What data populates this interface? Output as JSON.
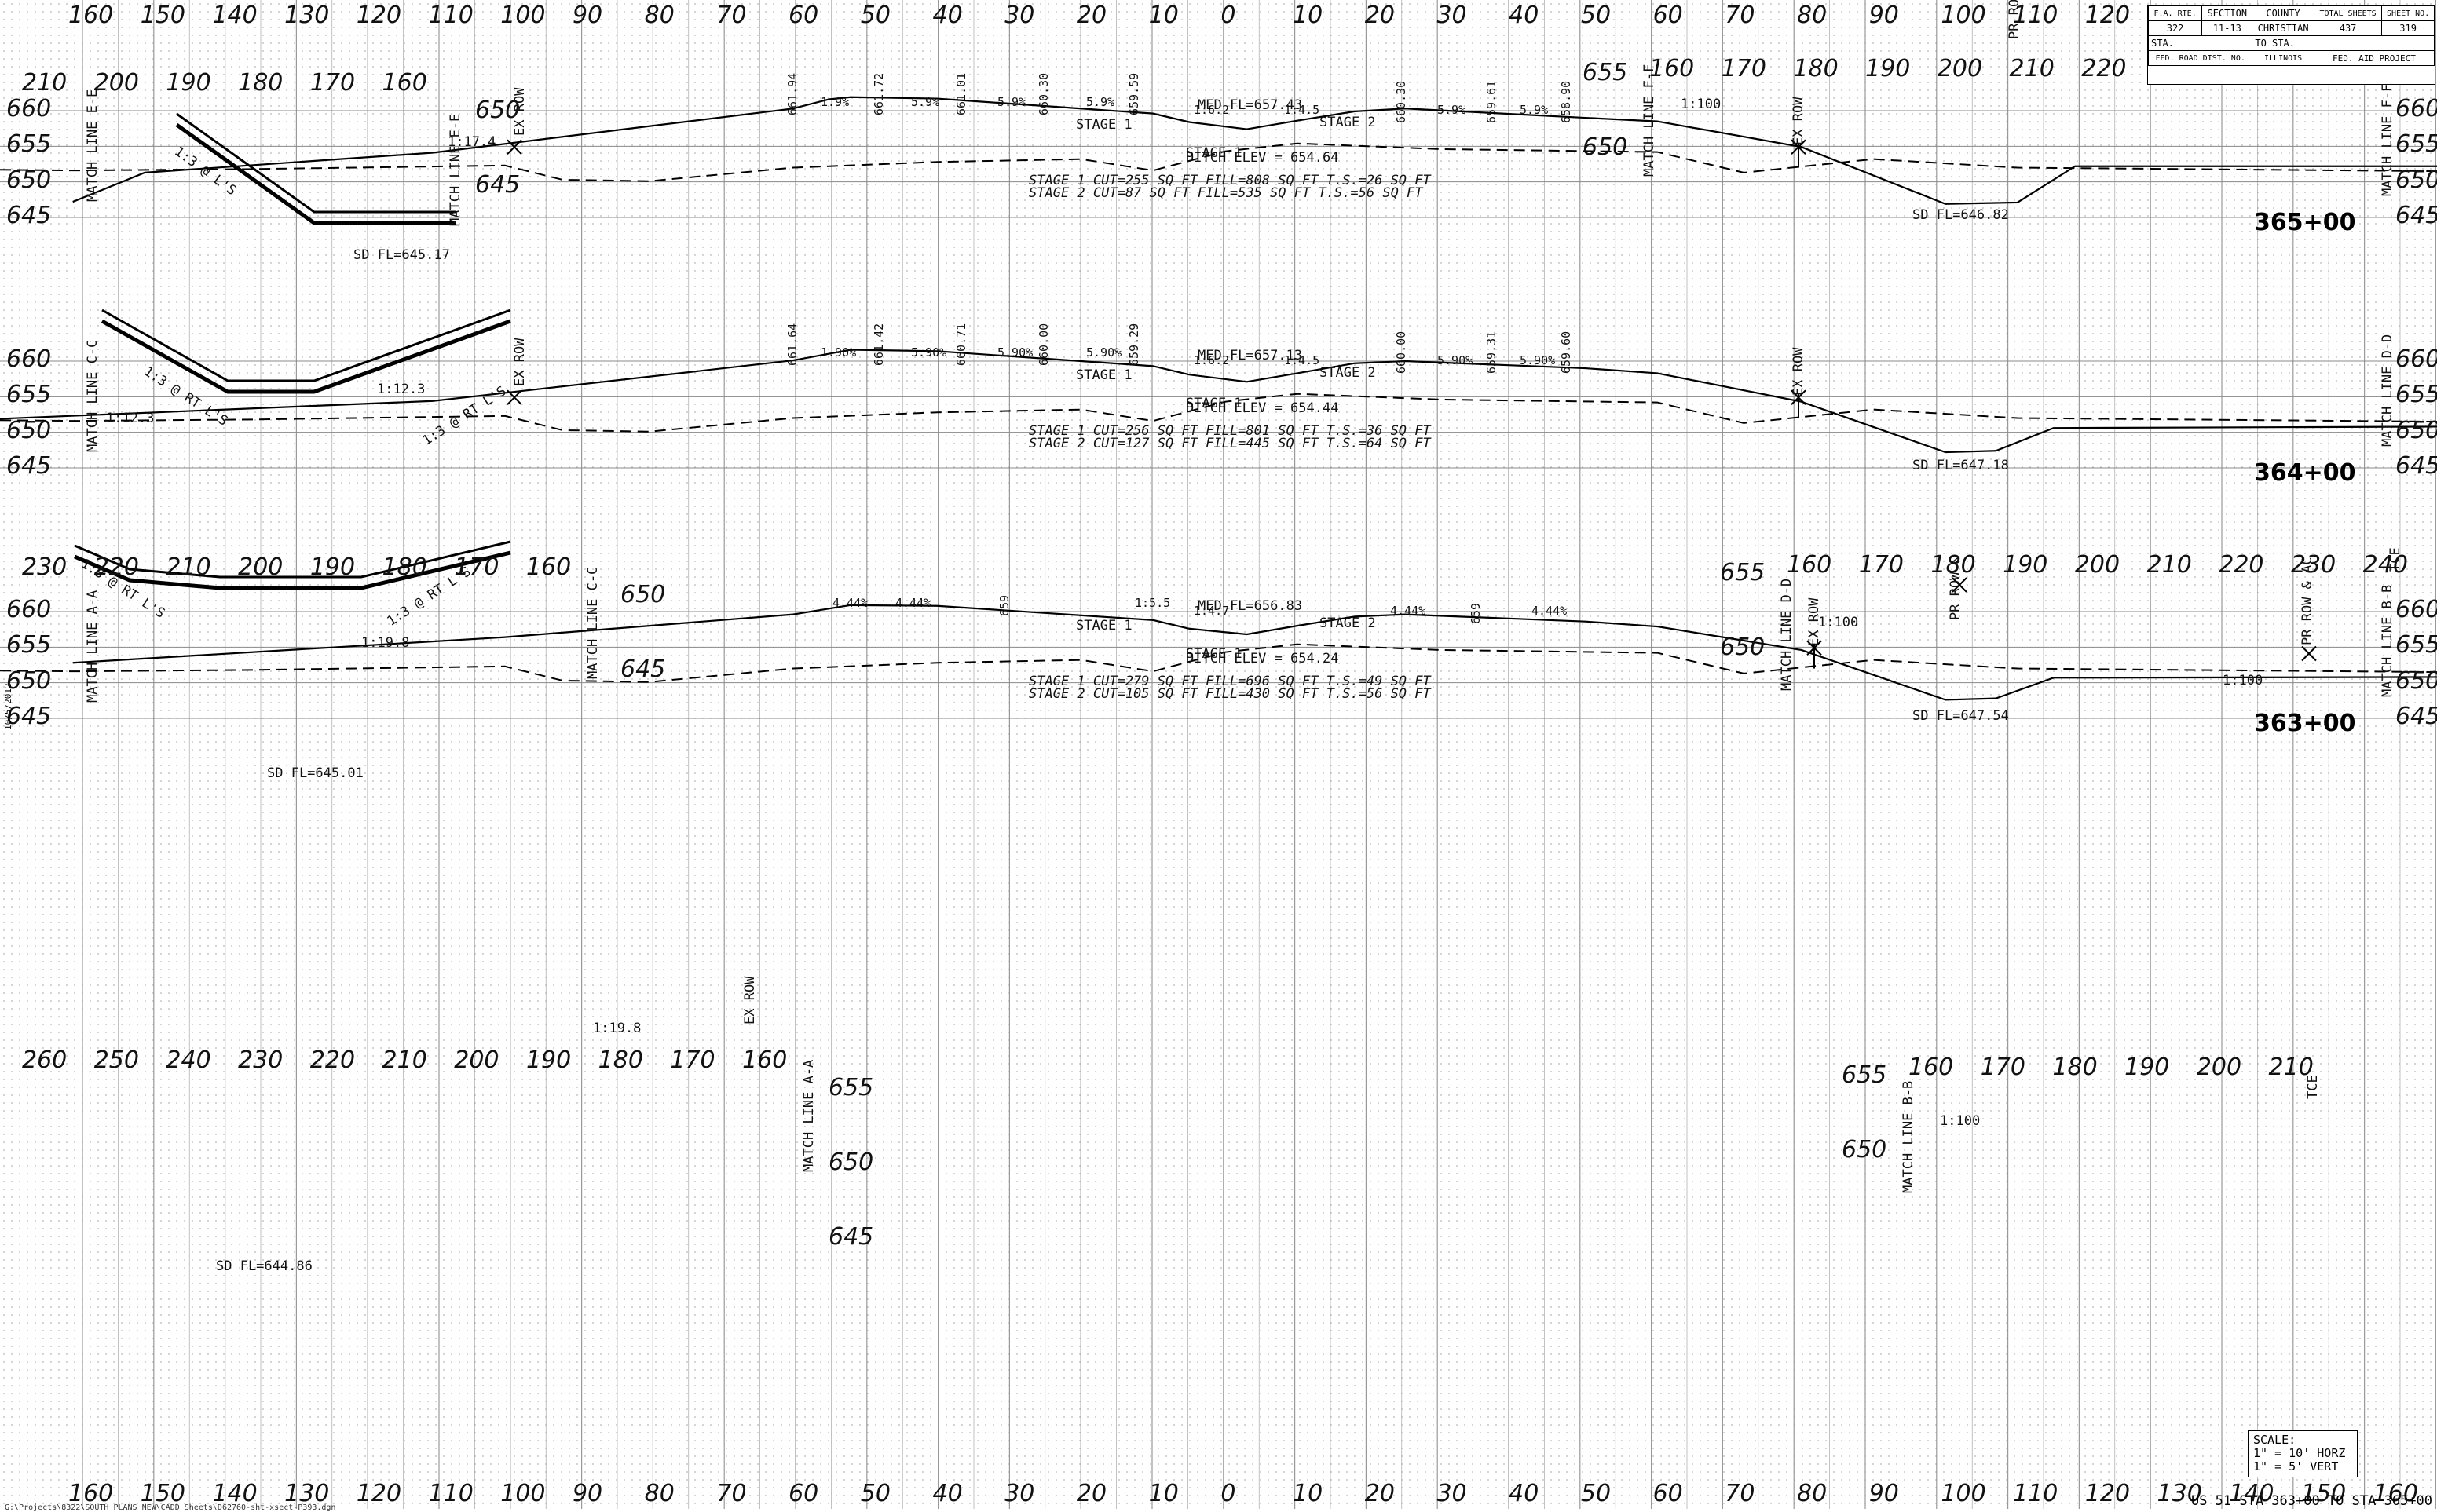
{
  "title_block": {
    "fa_rte_label": "F.A. RTE.",
    "section_label": "SECTION",
    "county_label": "COUNTY",
    "total_sheets_label": "TOTAL SHEETS",
    "sheet_no_label": "SHEET NO.",
    "fa_rte": "322",
    "section": "11-13",
    "county": "CHRISTIAN",
    "total_sheets": "437",
    "sheet_no": "319",
    "sta_label": "STA.",
    "to_sta_label": "TO STA.",
    "fed_road_dist": "FED. ROAD DIST. NO.",
    "state": "ILLINOIS",
    "fed_aid": "FED. AID PROJECT"
  },
  "scale": {
    "title": "SCALE:",
    "horz": "1\" = 10' HORZ",
    "vert": "1\" = 5' VERT"
  },
  "footer": "US 51 STA 363+00 TO STA 365+00",
  "sidebar_text": "G:\\Projects\\8322\\SOUTH PLANS NEW\\CADD Sheets\\D62760-sht-xsect-P393.dgn",
  "date_text": "10/5/2012",
  "bottom_axis": [
    "160",
    "150",
    "140",
    "130",
    "120",
    "110",
    "100",
    "90",
    "80",
    "70",
    "60",
    "50",
    "40",
    "30",
    "20",
    "10",
    "0",
    "10",
    "20",
    "30",
    "40",
    "50",
    "60",
    "70",
    "80",
    "90",
    "100",
    "110",
    "120",
    "130",
    "140",
    "150",
    "160"
  ],
  "sections": [
    {
      "id": "365",
      "station": "365+00",
      "top_axis": [
        "160",
        "150",
        "140",
        "130",
        "120",
        "110",
        "100",
        "90",
        "80",
        "70",
        "60",
        "50",
        "40",
        "30",
        "20",
        "10",
        "0",
        "10",
        "20",
        "30",
        "40",
        "50",
        "60",
        "70",
        "80",
        "90",
        "100",
        "110",
        "120"
      ],
      "elev_left": [
        "660",
        "655",
        "650",
        "645"
      ],
      "elev_right": [
        "660",
        "655",
        "650",
        "645"
      ],
      "match_left": "MATCH LINE E-E",
      "match_right": "MATCH LINE F-F",
      "med_fl": "MED FL=657.43",
      "ditch_elev": "DITCH ELEV = 654.64",
      "stage1_label": "STAGE 1",
      "stage2_label": "STAGE 2",
      "stage1_qty": "STAGE 1  CUT=255 SQ FT  FILL=808 SQ FT  T.S.=26 SQ FT",
      "stage2_qty": "STAGE 2  CUT=87 SQ FT  FILL=535 SQ FT  T.S.=56 SQ FT",
      "sd_right": "SD FL=646.82",
      "slope_left": "1:17.4",
      "ex_row": "EX ROW",
      "pr_row": "PR ROW",
      "grades": [
        "661.94",
        "1.9%",
        "661.72",
        "5.9%",
        "661.01",
        "5.9%",
        "660.30",
        "5.9%",
        "659.59",
        "1:6.2",
        "1:4.5",
        "660.30",
        "5.9%",
        "659.61",
        "5.9%",
        "658.90"
      ],
      "inset": {
        "axis": [
          "210",
          "200",
          "190",
          "180",
          "170",
          "160"
        ],
        "elev": [
          "650",
          "645"
        ],
        "match": "MATCH LINE E-E",
        "sd": "SD FL=645.17",
        "rip": "1:3 @ L'S"
      },
      "inset_right": {
        "axis": [
          "160",
          "170",
          "180",
          "190",
          "200",
          "210",
          "220"
        ],
        "elev": [
          "655",
          "650"
        ],
        "match": "MATCH LINE F-F",
        "slope": "1:100"
      }
    },
    {
      "id": "364",
      "station": "364+00",
      "elev_left": [
        "660",
        "655",
        "650",
        "645"
      ],
      "elev_right": [
        "660",
        "655",
        "650",
        "645"
      ],
      "match_left": "MATCH LINE C-C",
      "match_right": "MATCH LINE D-D",
      "med_fl": "MED FL=657.13",
      "ditch_elev": "DITCH ELEV = 654.44",
      "stage1_label": "STAGE 1",
      "stage2_label": "STAGE 2",
      "stage1_qty": "STAGE 1  CUT=256 SQ FT  FILL=801 SQ FT  T.S.=36 SQ FT",
      "stage2_qty": "STAGE 2  CUT=127 SQ FT  FILL=445 SQ FT  T.S.=64 SQ FT",
      "sd_right": "SD FL=647.18",
      "slope_left": "1:12.3",
      "slope_left2": "1:12.3",
      "ex_row": "EX ROW",
      "grades": [
        "661.64",
        "1.90%",
        "661.42",
        "5.90%",
        "660.71",
        "5.90%",
        "660.00",
        "5.90%",
        "659.29",
        "1:6.2",
        "1:4.5",
        "660.00",
        "5.90%",
        "659.31",
        "5.90%",
        "659.60"
      ],
      "inset": {
        "axis": [
          "230",
          "220",
          "210",
          "200",
          "190",
          "180",
          "170",
          "160"
        ],
        "elev": [
          "650",
          "645"
        ],
        "match": "MATCH LINE C-C",
        "sd": "SD FL=645.01",
        "rip_l": "1:3 @ RT L'S",
        "rip_r": "1:3 @ RT L'S"
      },
      "inset_right": {
        "axis": [
          "160",
          "170",
          "180",
          "190",
          "200",
          "210",
          "220",
          "230",
          "240"
        ],
        "elev": [
          "655",
          "650"
        ],
        "match": "MATCH LINE D-D",
        "slope": "1:100",
        "pr_row": "PR ROW &",
        "tce": "TCE"
      }
    },
    {
      "id": "363",
      "station": "363+00",
      "elev_left": [
        "660",
        "655",
        "650",
        "645"
      ],
      "elev_right": [
        "660",
        "655",
        "650",
        "645"
      ],
      "match_left": "MATCH LINE A-A",
      "match_right": "MATCH LINE B-B",
      "med_fl": "MED FL=656.83",
      "ditch_elev": "DITCH ELEV = 654.24",
      "stage1_label": "STAGE 1",
      "stage2_label": "STAGE 2",
      "stage1_qty": "STAGE 1  CUT=279 SQ FT  FILL=696 SQ FT  T.S.=49 SQ FT",
      "stage2_qty": "STAGE 2  CUT=105 SQ FT  FILL=430 SQ FT  T.S.=56 SQ FT",
      "sd_right": "SD FL=647.54",
      "slope_left": "1:19.8",
      "ex_row": "EX ROW",
      "pr_row_ac": "PR ROW & AC",
      "slope_right": "1:100",
      "grades": [
        "4.44%",
        "4.44%",
        "659",
        "1:5.5",
        "1:4.7",
        "4.44%",
        "659",
        "4.44%"
      ],
      "inset": {
        "axis": [
          "260",
          "250",
          "240",
          "230",
          "220",
          "210",
          "200",
          "190",
          "180",
          "170",
          "160"
        ],
        "elev": [
          "655",
          "650",
          "645"
        ],
        "match": "MATCH LINE A-A",
        "sd": "SD FL=644.86",
        "rip_l": "1:3 @ RT L'S",
        "rip_r": "1:3 @ RT L'S",
        "slope": "1:19.8",
        "ex_row": "EX ROW"
      },
      "inset_right": {
        "axis": [
          "160",
          "170",
          "180",
          "190",
          "200",
          "210"
        ],
        "elev": [
          "655",
          "650"
        ],
        "match": "MATCH LINE B-B",
        "slope": "1:100",
        "tce": "TCE"
      }
    }
  ]
}
